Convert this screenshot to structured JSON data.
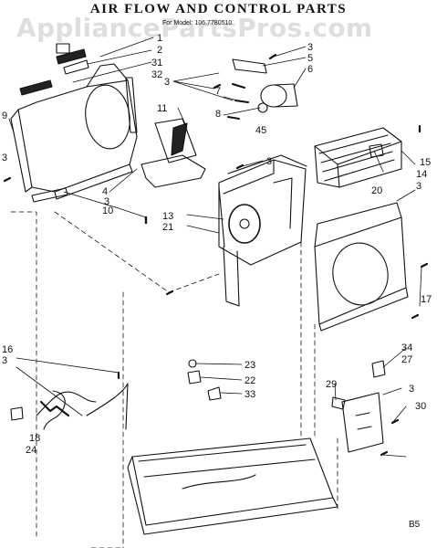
{
  "title": "AIR FLOW AND CONTROL PARTS",
  "model_line": "For Model: 106.7780510",
  "watermark": "AppliancePartsPros.com",
  "page_code": "B5",
  "callouts": [
    "1",
    "2",
    "31",
    "32",
    "3",
    "5",
    "6",
    "3",
    "7",
    "8",
    "45",
    "9",
    "3",
    "11",
    "4",
    "3",
    "10",
    "13",
    "21",
    "3",
    "15",
    "14",
    "20",
    "3",
    "17",
    "16",
    "3",
    "18",
    "24",
    "23",
    "22",
    "33",
    "34",
    "27",
    "29",
    "3",
    "30"
  ]
}
